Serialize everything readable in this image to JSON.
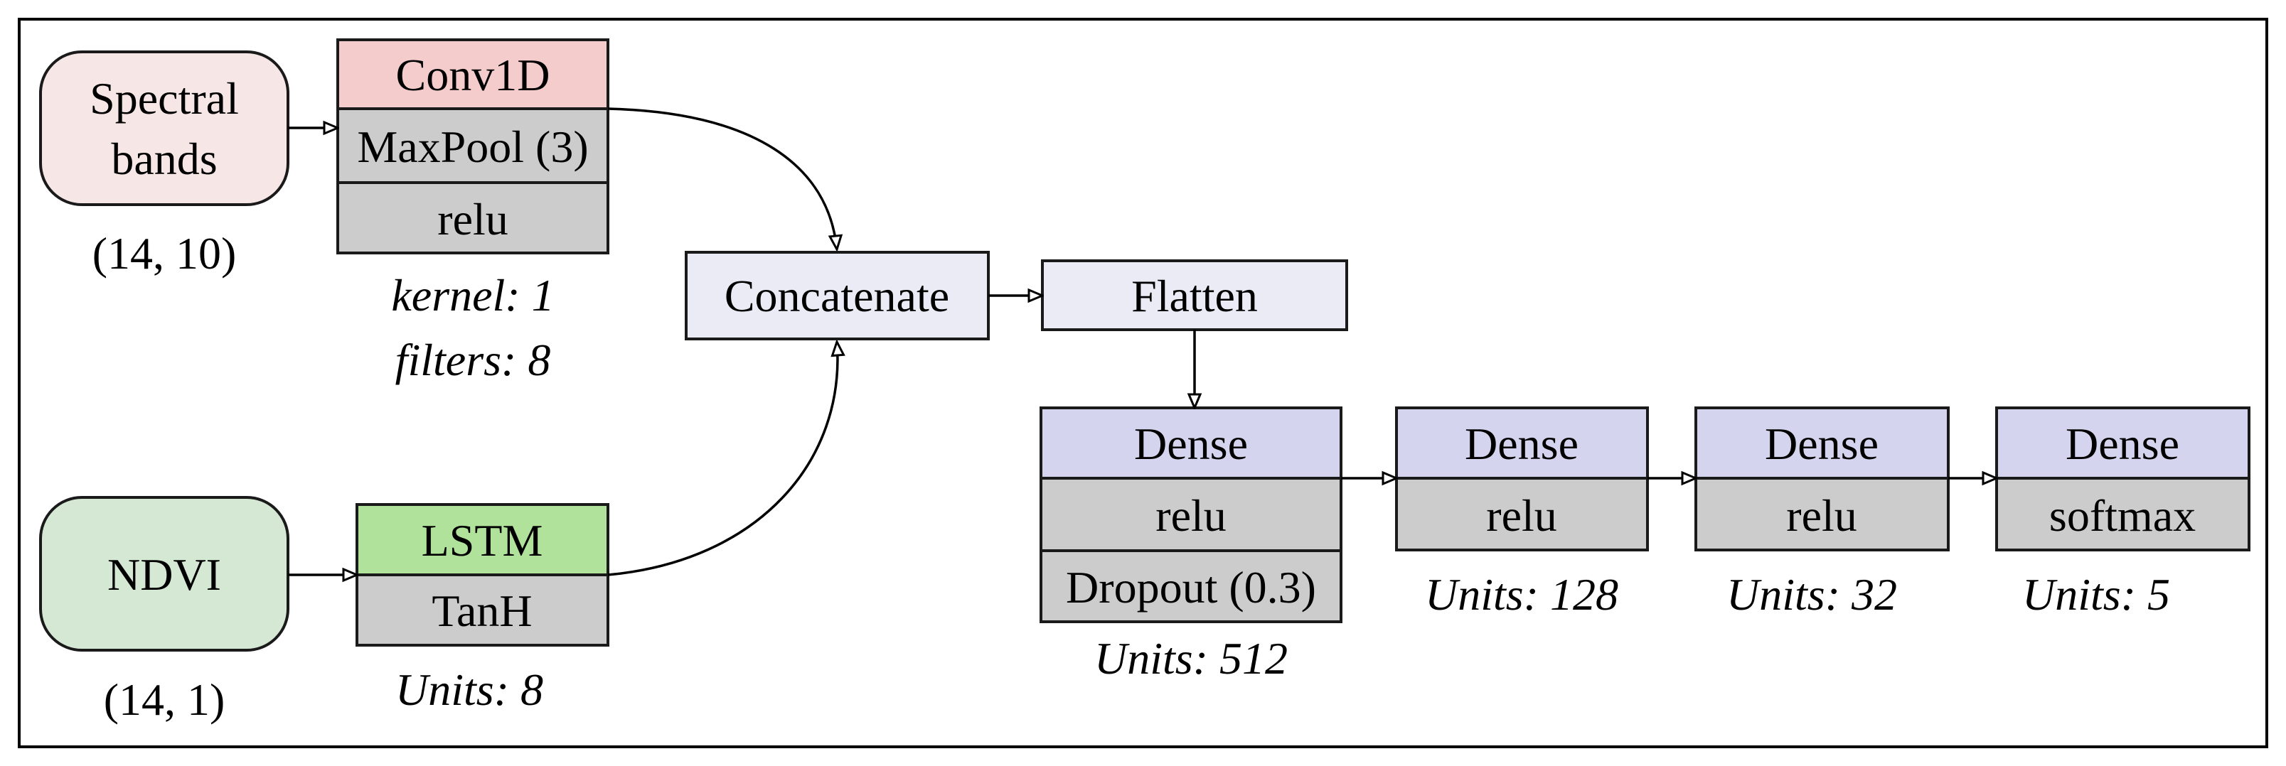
{
  "colors": {
    "input_spectral": "#f7e6e6",
    "input_ndvi": "#d5e8d4",
    "conv": "#f4cccc",
    "lstm": "#b0e29b",
    "gray": "#cccccc",
    "merge": "#ebebf6",
    "dense": "#d4d4ee",
    "frame": "#000000"
  },
  "inputs": {
    "spectral": {
      "label_line1": "Spectral",
      "label_line2": "bands",
      "shape": "(14, 10)"
    },
    "ndvi": {
      "label": "NDVI",
      "shape": "(14, 1)"
    }
  },
  "conv_block": {
    "layers": [
      "Conv1D",
      "MaxPool (3)",
      "relu"
    ],
    "caption_line1": "kernel: 1",
    "caption_line2": "filters: 8"
  },
  "lstm_block": {
    "layers": [
      "LSTM",
      "TanH"
    ],
    "caption": "Units: 8"
  },
  "concatenate": {
    "label": "Concatenate"
  },
  "flatten": {
    "label": "Flatten"
  },
  "dense_blocks": [
    {
      "layers": [
        "Dense",
        "relu",
        "Dropout (0.3)"
      ],
      "caption": "Units: 512"
    },
    {
      "layers": [
        "Dense",
        "relu"
      ],
      "caption": "Units: 128"
    },
    {
      "layers": [
        "Dense",
        "relu"
      ],
      "caption": "Units: 32"
    },
    {
      "layers": [
        "Dense",
        "softmax"
      ],
      "caption": "Units: 5"
    }
  ]
}
